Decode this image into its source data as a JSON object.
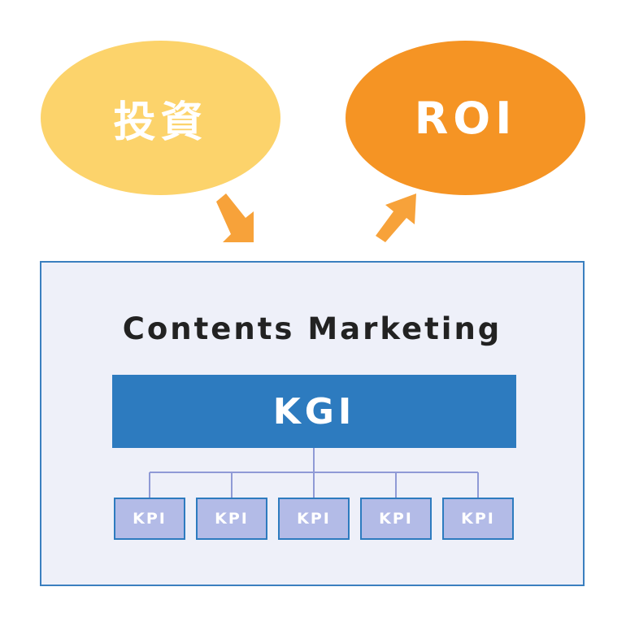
{
  "invest": {
    "label": "投資",
    "color": "#fcd36b"
  },
  "roi": {
    "label": "ROI",
    "color": "#f59424"
  },
  "arrow_color": "#f7a23a",
  "panel": {
    "title": "Contents Marketing",
    "kgi": "KGI",
    "kpis": [
      "KPI",
      "KPI",
      "KPI",
      "KPI",
      "KPI"
    ]
  }
}
